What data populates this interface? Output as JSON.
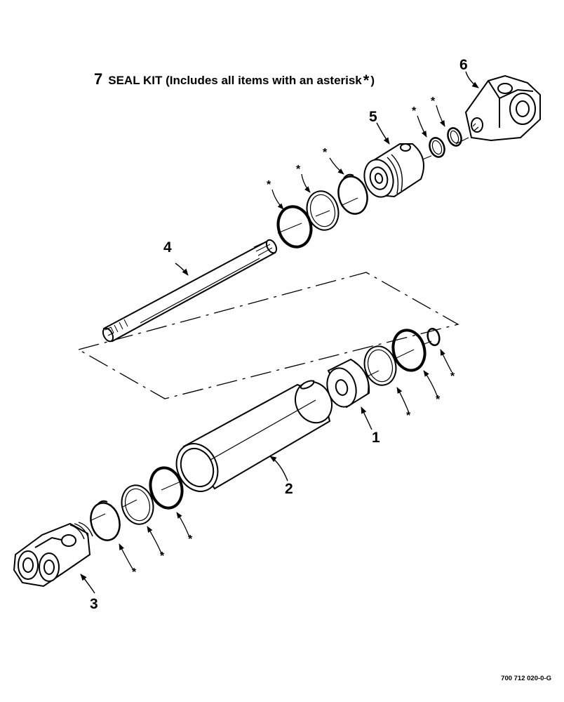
{
  "title": {
    "item_number": "7",
    "text_before": "SEAL KIT (Includes all items with an asterisk",
    "asterisk": "*",
    "text_after": ")"
  },
  "callouts": {
    "item1": "1",
    "item2": "2",
    "item3": "3",
    "item4": "4",
    "item5": "5",
    "item6": "6"
  },
  "asterisk_marker": "*",
  "drawing_code": "700 712 020-0-G"
}
